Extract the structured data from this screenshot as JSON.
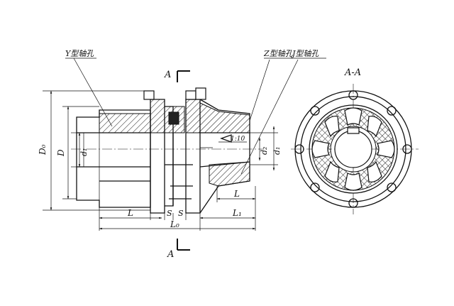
{
  "labels": {
    "y_bore": "Y型轴孔",
    "z_bore": "Z型轴孔",
    "j_bore": "J型轴孔",
    "section_top": "A",
    "section_bottom": "A",
    "section_view": "A-A",
    "taper": "1:10"
  },
  "dimensions": {
    "D0": "D₀",
    "D": "D",
    "d1_left": "d₁",
    "d2": "d₂",
    "d1_right": "d₁",
    "L_left": "L",
    "S_left": "S",
    "S_right": "S",
    "L_right_upper": "L",
    "L1": "L₁",
    "L0": "L₀"
  }
}
